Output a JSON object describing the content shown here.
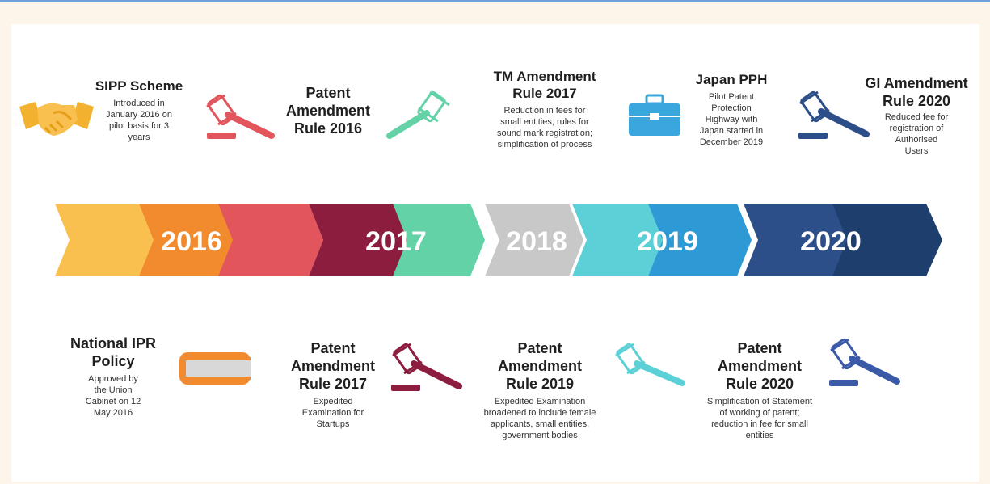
{
  "colors": {
    "accent_frame": "#6f9fdc",
    "yellow": "#f9c04f",
    "orange": "#f28a2e",
    "red": "#e2555c",
    "maroon": "#8c1d3f",
    "mint": "#63d2a6",
    "gray": "#c8c8c8",
    "cyan": "#5bd0d6",
    "blue": "#2e9ad5",
    "navy": "#2c4f8a",
    "dark_navy": "#1e3f6e"
  },
  "timeline": {
    "years": [
      "2016",
      "2017",
      "2018",
      "2019",
      "2020"
    ]
  },
  "top_events": [
    {
      "title": "SIPP Scheme",
      "description": [
        "Introduced in",
        "January 2016 on",
        "pilot basis for 3",
        "years"
      ],
      "icon": "handshake-icon"
    },
    {
      "title": [
        "Patent",
        "Amendment",
        "Rule 2016"
      ],
      "icon": "gavel-icon"
    },
    {
      "title": [
        "TM Amendment",
        "Rule 2017"
      ],
      "description": [
        "Reduction in fees for",
        "small entities; rules for",
        "sound mark registration;",
        "simplification of process"
      ],
      "icon": "gavel-icon"
    },
    {
      "title": "Japan PPH",
      "description": [
        "Pilot Patent",
        "Protection",
        "Highway with",
        "Japan started in",
        "December 2019"
      ],
      "icon": "briefcase-icon"
    },
    {
      "title": [
        "GI Amendment",
        "Rule 2020"
      ],
      "description": [
        "Reduced fee for",
        "registration of",
        "Authorised",
        "Users"
      ],
      "icon": "gavel-icon"
    }
  ],
  "bottom_events": [
    {
      "title": [
        "National IPR",
        "Policy"
      ],
      "description": [
        "Approved by",
        "the Union",
        "Cabinet on 12",
        "May 2016"
      ],
      "icon": "book-icon"
    },
    {
      "title": [
        "Patent",
        "Amendment",
        "Rule 2017"
      ],
      "description": [
        "Expedited",
        "Examination for",
        "Startups"
      ],
      "icon": "gavel-icon"
    },
    {
      "title": [
        "Patent",
        "Amendment",
        "Rule 2019"
      ],
      "description": [
        "Expedited Examination",
        "broadened to include female",
        "applicants, small entities,",
        "government bodies"
      ],
      "icon": "gavel-icon"
    },
    {
      "title": [
        "Patent",
        "Amendment",
        "Rule 2020"
      ],
      "description": [
        "Simplification of Statement",
        "of working of patent;",
        "reduction in fee for small",
        "entities"
      ],
      "icon": "gavel-icon"
    }
  ]
}
